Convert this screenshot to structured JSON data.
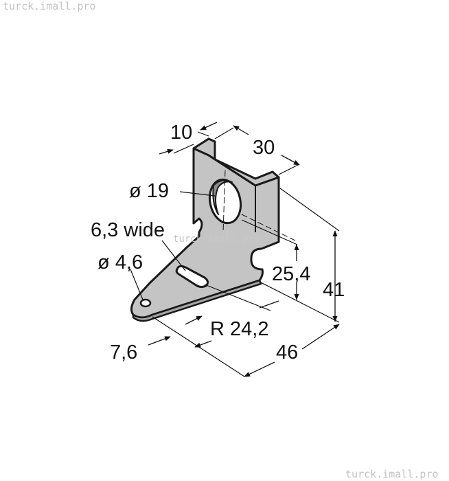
{
  "watermarks": {
    "top_left": "turck.imall.pro",
    "center": "turck.imall.pro",
    "bottom_right": "turck.imall.pro"
  },
  "dimensions": {
    "width_10": "10",
    "length_30": "30",
    "hole_diameter": "ø 19",
    "slot_width": "6,3 wide",
    "small_hole": "ø 4,6",
    "hole_height": "25,4",
    "height_41": "41",
    "radius": "R 24,2",
    "offset_7_6": "7,6",
    "length_46": "46"
  },
  "colors": {
    "part_fill": "#c4c4c4",
    "part_edge": "#1a1a1a",
    "line": "#111111"
  }
}
